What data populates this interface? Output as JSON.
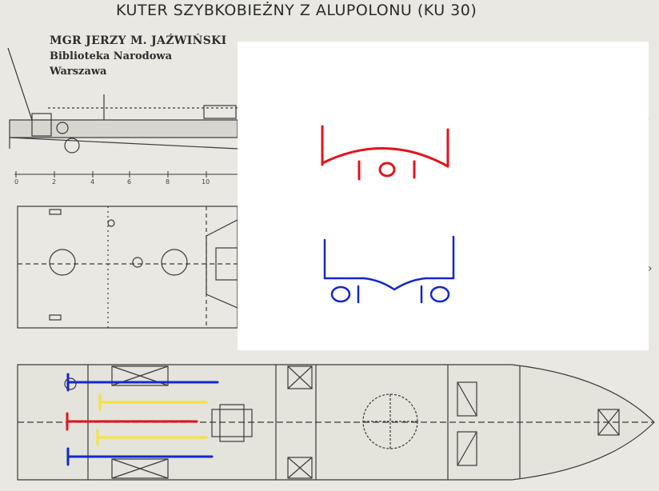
{
  "header": {
    "title": "KUTER SZYBKOBIEŻNY Z ALUPOLONU (KU 30)"
  },
  "author": {
    "name": "MGR JERZY M. JAŹWIŃSKI",
    "library": "Biblioteka Narodowa",
    "city": "Warszawa"
  },
  "scale_ticks": [
    "0",
    "2",
    "4",
    "6",
    "8",
    "10"
  ],
  "annotations": {
    "red_section": "I O I",
    "blue_section_left": "O I",
    "blue_section_right": "I O"
  },
  "colors": {
    "paper": "#e9e8e2",
    "ink": "#3a3a3a",
    "red": "#e0141e",
    "blue": "#1428c8",
    "yellow": "#f5e23a"
  }
}
